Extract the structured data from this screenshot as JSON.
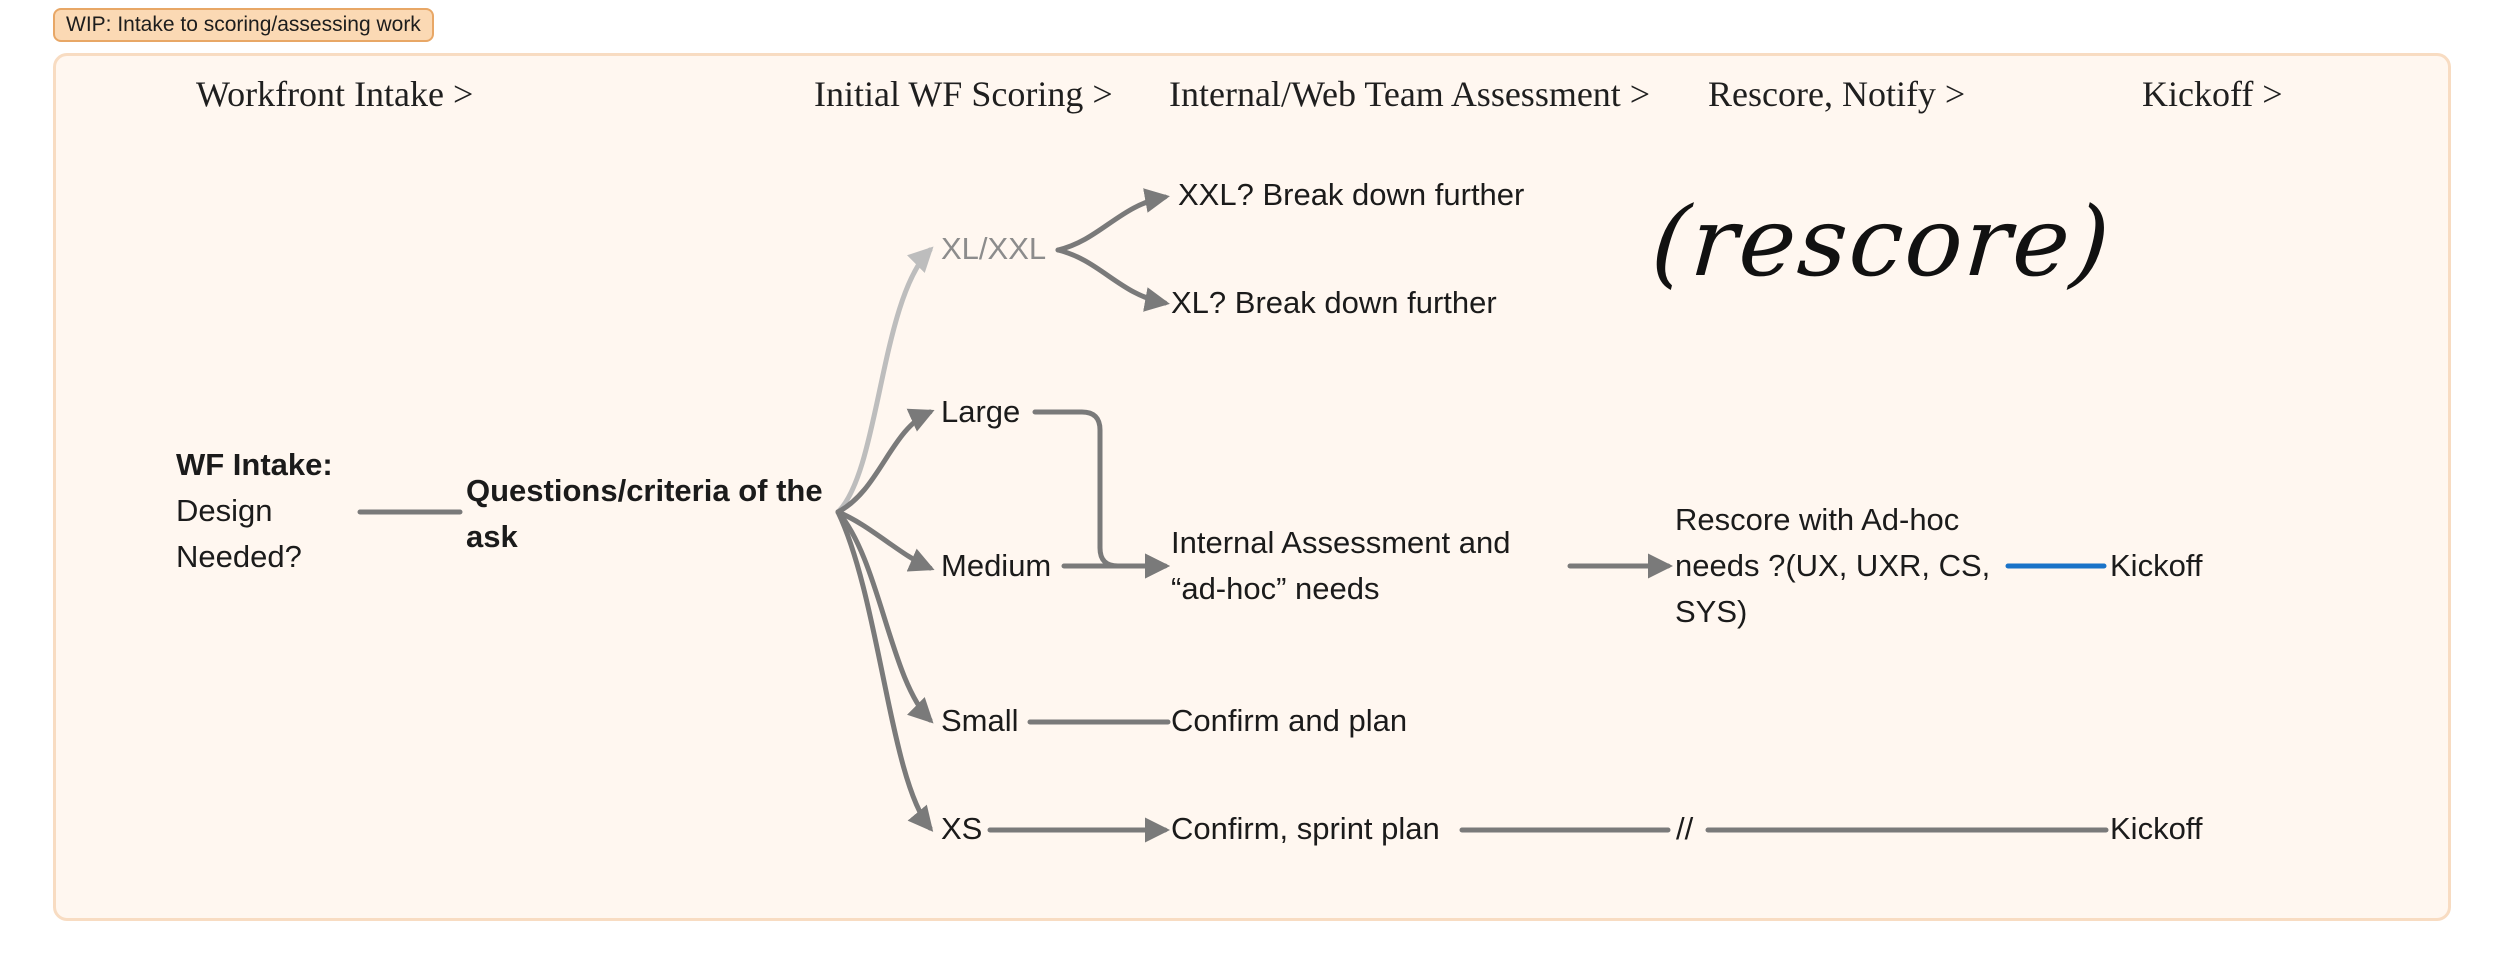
{
  "frame": {
    "title": "WIP: Intake to scoring/assessing work"
  },
  "columns": [
    "Workfront Intake >",
    "Initial WF Scoring >",
    "Internal/Web Team Assessment >",
    "Rescore, Notify >",
    "Kickoff >"
  ],
  "nodes": {
    "wf_intake_title": "WF Intake:",
    "wf_intake_sub": "Design Needed?",
    "questions": "Questions/criteria of the ask",
    "xl_xxl": "XL/XXL",
    "large": "Large",
    "medium": "Medium",
    "small": "Small",
    "xs": "XS",
    "xxl_break": "XXL? Break down further",
    "xl_break": "XL? Break down further",
    "internal_assessment": "Internal Assessment and “ad-hoc” needs",
    "confirm_plan": "Confirm and plan",
    "confirm_sprint": "Confirm, sprint plan",
    "rescore_adhoc": "Rescore with Ad-hoc needs ?(UX, UXR, CS, SYS)",
    "kickoff_1": "Kickoff",
    "kickoff_2": "Kickoff",
    "pause_mark": "//"
  },
  "annotation": "(rescore)",
  "colors": {
    "connector": "#7a7a7a",
    "faded_connector": "#bdbdbd",
    "highlight": "#1a73c8"
  }
}
